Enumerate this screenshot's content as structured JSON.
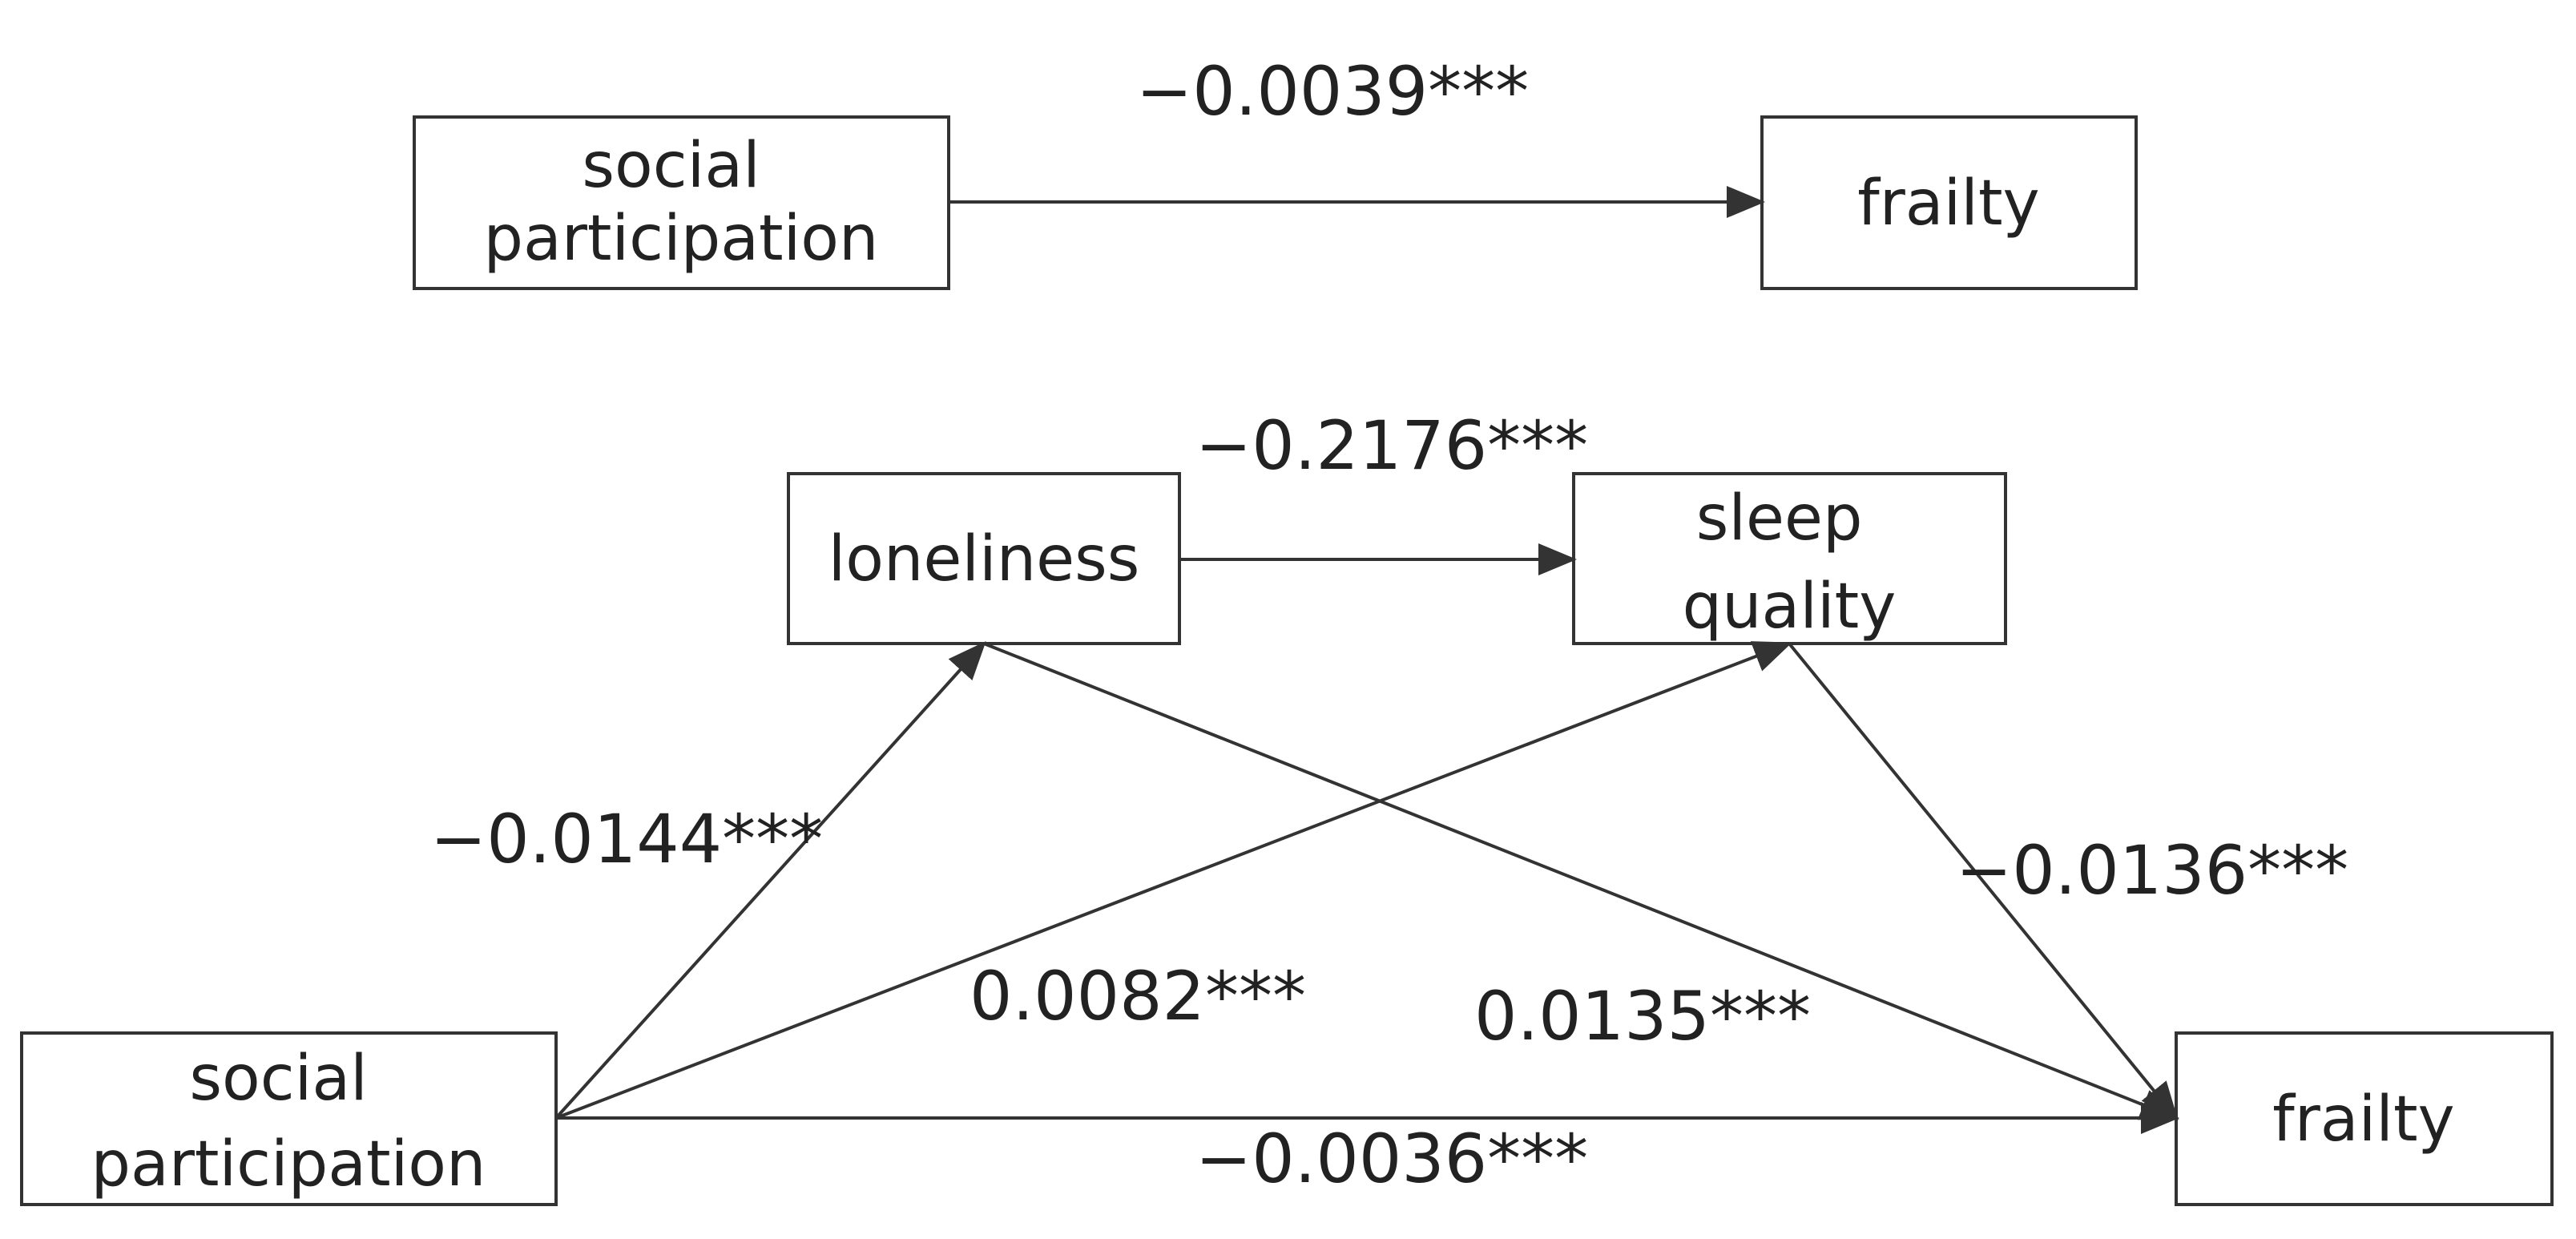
{
  "top_model": {
    "predictor": {
      "lines": [
        "social",
        "participation"
      ]
    },
    "outcome": {
      "lines": [
        "frailty"
      ]
    },
    "total_effect": "−0.0039***"
  },
  "mediation_model": {
    "predictor": {
      "lines": [
        "social",
        "participation"
      ]
    },
    "mediator_1": {
      "lines": [
        "loneliness"
      ]
    },
    "mediator_2": {
      "lines": [
        "sleep",
        "quality"
      ]
    },
    "outcome": {
      "lines": [
        "frailty"
      ]
    },
    "paths": {
      "predictor_to_mediator_1": "−0.0144***",
      "mediator_1_to_mediator_2": "−0.2176***",
      "predictor_to_mediator_2": "0.0082***",
      "mediator_1_to_outcome": "0.0135***",
      "mediator_2_to_outcome": "−0.0136***",
      "direct_effect": "−0.0036***"
    }
  },
  "colors": {
    "stroke": "#333333",
    "text": "#222222",
    "background": "#ffffff"
  }
}
